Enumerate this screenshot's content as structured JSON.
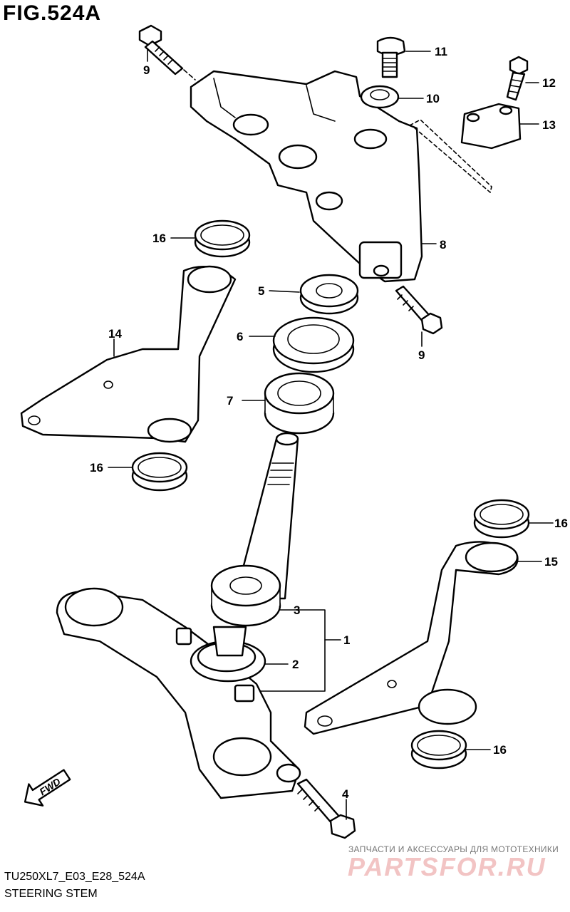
{
  "figure": {
    "title": "FIG.524A"
  },
  "footer": {
    "model_code": "TU250XL7_E03_E28_524A",
    "caption": "STEERING STEM"
  },
  "watermark": {
    "tagline": "ЗАПЧАСТИ И АКСЕССУАРЫ ДЛЯ МОТОТЕХНИКИ",
    "brand": "PARTSFOR.RU"
  },
  "fwd_arrow": {
    "label": "FWD"
  },
  "callouts": {
    "n1": "1",
    "n2": "2",
    "n3": "3",
    "n4": "4",
    "n5": "5",
    "n6": "6",
    "n7": "7",
    "n8": "8",
    "n9a": "9",
    "n9b": "9",
    "n10": "10",
    "n11": "11",
    "n12": "12",
    "n13": "13",
    "n14": "14",
    "n15": "15",
    "n16a": "16",
    "n16b": "16",
    "n16c": "16",
    "n16d": "16"
  }
}
